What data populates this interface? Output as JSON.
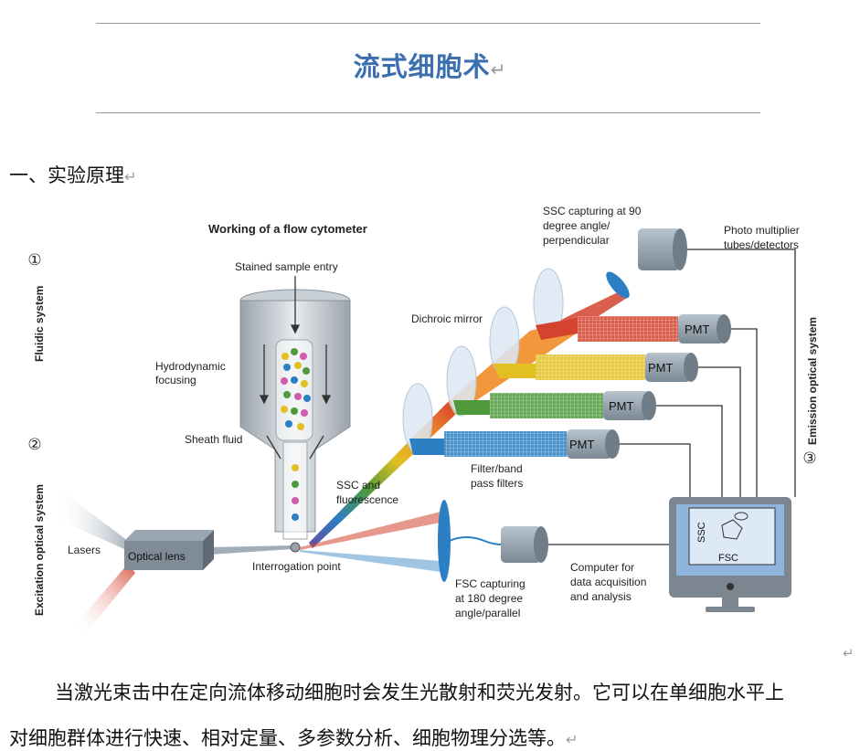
{
  "document": {
    "title": "流式细胞术",
    "section_heading": "一、实验原理",
    "return_mark": "↵",
    "paragraph_line1": "当激光束击中在定向流体移动细胞时会发生光散射和荧光发射。它可以在单细胞水平上",
    "paragraph_line2": "对细胞群体进行快速、相对定量、多参数分析、细胞物理分选等。"
  },
  "figure": {
    "title": "Working of a flow cytometer",
    "system1_num": "①",
    "system1_label": "Fluidic system",
    "system2_num": "②",
    "system2_label": "Excitation optical system",
    "system3_num": "③",
    "system3_label": "Emission optical system",
    "stained_sample": "Stained sample entry",
    "hydrodynamic": [
      "Hydrodynamic",
      "focusing"
    ],
    "sheath_fluid": "Sheath fluid",
    "lasers": "Lasers",
    "optical_lens": "Optical lens",
    "interrogation": "Interrogation point",
    "ssc_fluor": [
      "SSC and",
      "fluorescence"
    ],
    "dichroic": "Dichroic mirror",
    "filter": [
      "Filter/band",
      "pass filters"
    ],
    "ssc_capture": [
      "SSC capturing at 90",
      "degree angle/",
      "perpendicular"
    ],
    "photo_mult": [
      "Photo multiplier",
      "tubes/detectors"
    ],
    "pmt": "PMT",
    "fsc_capture": [
      "FSC capturing",
      "at 180 degree",
      "angle/parallel"
    ],
    "computer": [
      "Computer for",
      "data acquisition",
      "and analysis"
    ],
    "screen_ssc": "SSC",
    "screen_fsc": "FSC",
    "colors": {
      "red": "#d4432e",
      "orange": "#f28c28",
      "yellow": "#e2c021",
      "green": "#4f9a3a",
      "blue": "#2b7fc2",
      "pmt": "#8a9aa8",
      "wire": "#333333"
    }
  }
}
